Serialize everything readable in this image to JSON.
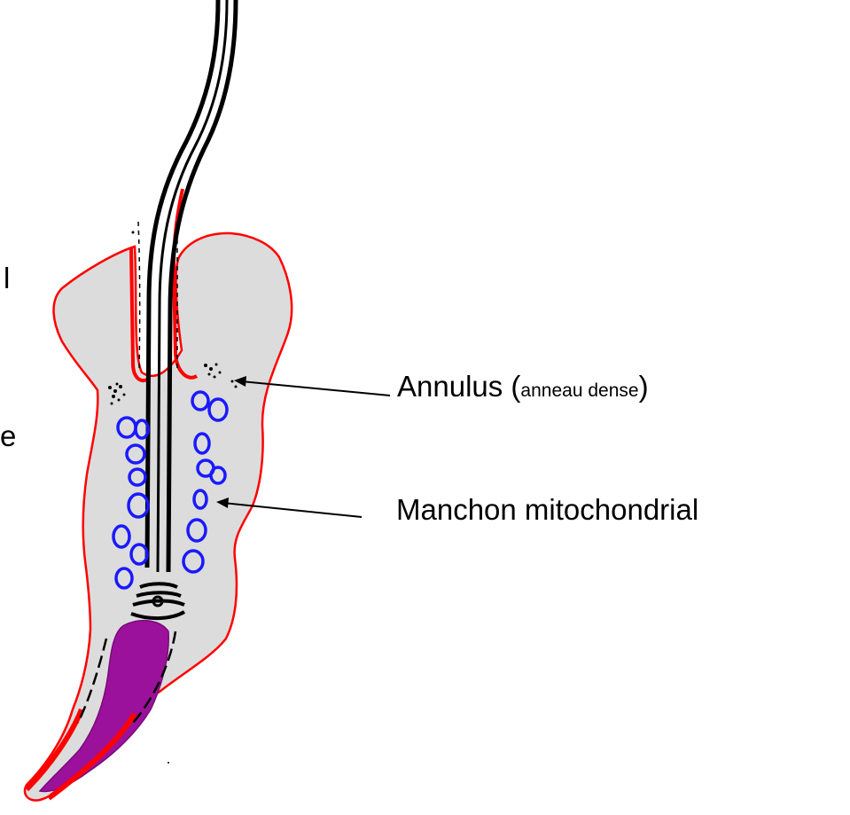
{
  "labels": {
    "annulus_main": "Annulus (",
    "annulus_sub": "anneau dense",
    "annulus_close": ")",
    "manchon": "Manchon mitochondrial"
  },
  "clipped_text": {
    "left_top": "l",
    "left_bottom": "e"
  },
  "colors": {
    "cytoplasm_fill": "#dcdcdc",
    "membrane": "#ff0000",
    "mitochondria": "#1a1aff",
    "nucleus": "#9b119b",
    "axoneme": "#000000"
  }
}
